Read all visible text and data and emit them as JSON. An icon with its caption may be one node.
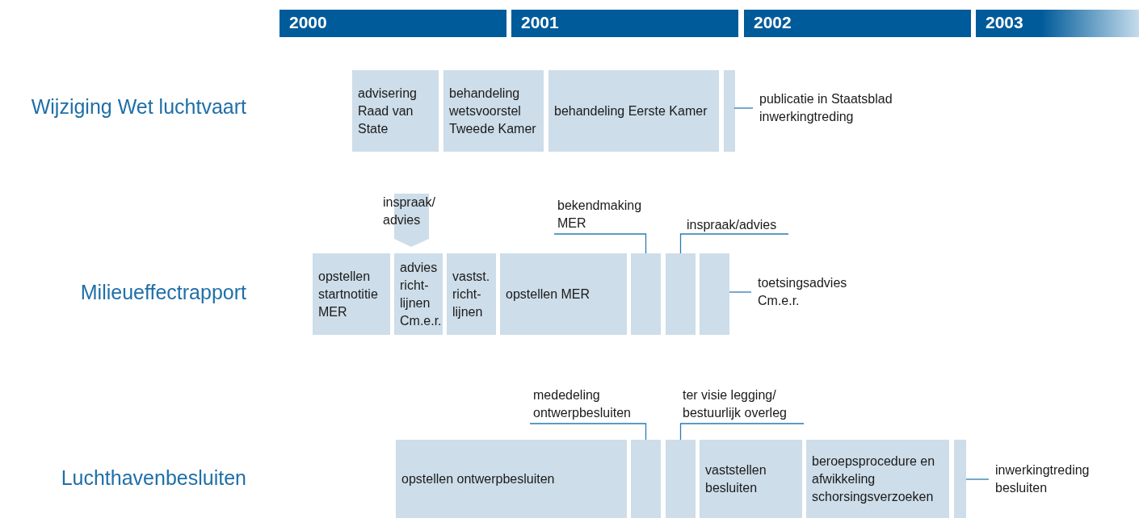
{
  "diagram": {
    "nodes": [
      {
        "text": [
          "2000"
        ]
      },
      {
        "text": [
          "2001"
        ]
      },
      {
        "text": [
          "2002"
        ]
      },
      {
        "text": [
          "2003"
        ]
      },
      {
        "text": [
          "advisering Raad van State"
        ]
      },
      {
        "text": [
          "behandeling wetsvoorstel Tweede Kamer"
        ]
      },
      {
        "text": [
          "behandeling Eerste Kamer"
        ]
      },
      {
        "text": [],
        "shape": "box"
      },
      {
        "text": [
          "publicatie in Staatsblad inwerkingtreding"
        ]
      },
      {
        "text": [
          "inspraak/ advies"
        ]
      },
      {
        "text": [
          "opstellen startnotitie MER"
        ]
      },
      {
        "text": [
          "advies richt- lijnen Cm.e.r."
        ]
      },
      {
        "text": [
          "vastst. richt- lijnen"
        ]
      },
      {
        "text": [
          "opstellen MER"
        ]
      },
      {
        "text": [
          "bekendmaking MER"
        ]
      },
      {
        "text": [],
        "shape": "box"
      },
      {
        "text": [
          "inspraak/advies"
        ]
      },
      {
        "text": [],
        "shape": "box"
      },
      {
        "text": [],
        "shape": "box"
      },
      {
        "text": [
          "toetsingsadvies Cm.e.r."
        ]
      },
      {
        "text": [
          "mededeling ontwerpbesluiten"
        ]
      },
      {
        "text": [
          "ter visie legging/ bestuurlijk overleg"
        ]
      },
      {
        "text": [
          "opstellen ontwerpbesluiten"
        ]
      },
      {
        "text": [],
        "shape": "box"
      },
      {
        "text": [],
        "shape": "box"
      },
      {
        "text": [
          "vaststellen besluiten"
        ]
      },
      {
        "text": [
          "beroepsprocedure en afwikkeling schorsingsverzoeken"
        ]
      },
      {
        "text": [],
        "shape": "box"
      },
      {
        "text": [
          "inwerkingtreding besluiten"
        ]
      }
    ],
    "edges": [
      {
        "from": 8,
        "to": 7,
        "arrow": "none"
      },
      {
        "from": 14,
        "to": 15,
        "arrow": "none"
      },
      {
        "from": 16,
        "to": 17,
        "arrow": "none"
      },
      {
        "from": 19,
        "to": 18,
        "arrow": "none"
      },
      {
        "from": 20,
        "to": 23,
        "arrow": "none"
      },
      {
        "from": 21,
        "to": 24,
        "arrow": "none"
      },
      {
        "from": 28,
        "to": 27,
        "arrow": "none"
      }
    ],
    "labels": [
      "Wijziging Wet luchtvaart",
      "Milieueffectrapport",
      "Luchthavenbesluiten"
    ]
  }
}
